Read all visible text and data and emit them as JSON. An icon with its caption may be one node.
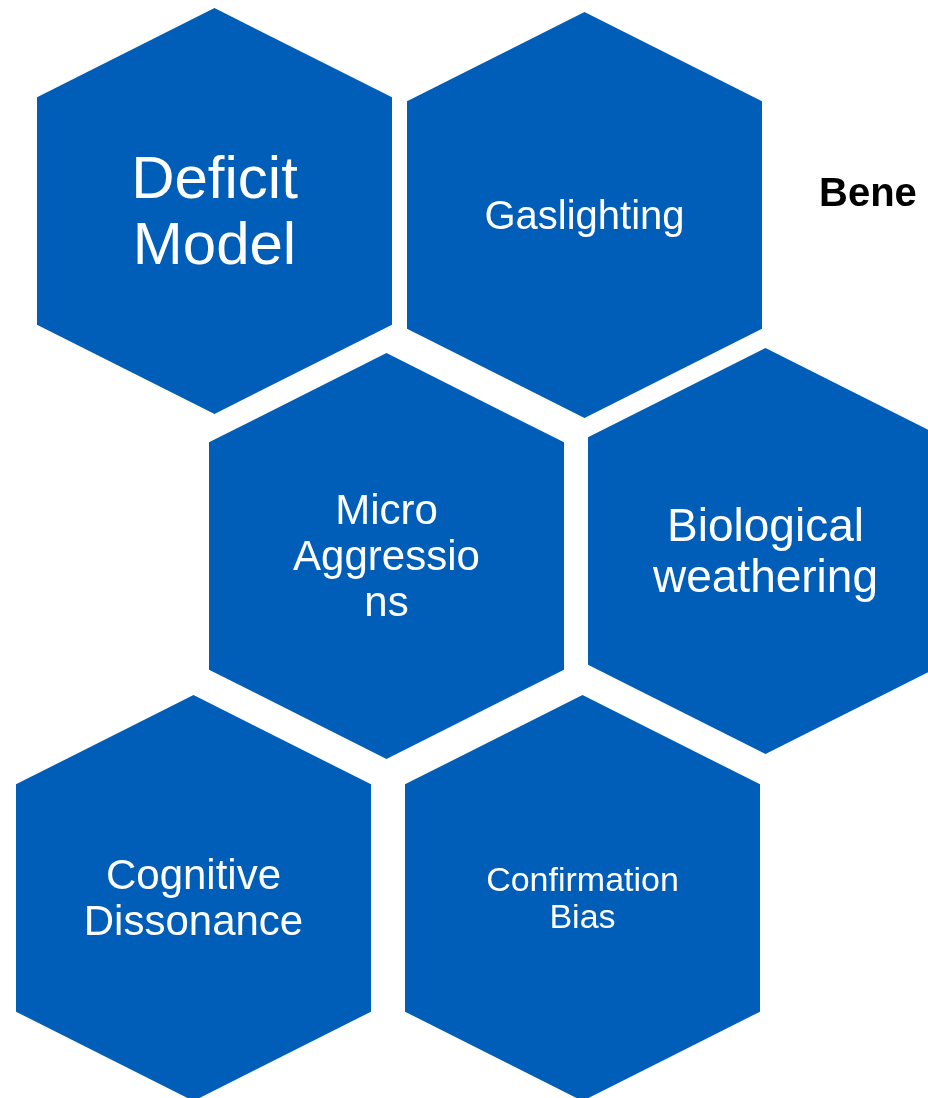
{
  "diagram": {
    "nodes": [
      {
        "text": [
          "Deficit Model"
        ]
      },
      {
        "text": [
          "Gaslighting"
        ]
      },
      {
        "text": [
          "Micro Aggressio ns"
        ]
      },
      {
        "text": [
          "Biological weathering"
        ]
      },
      {
        "text": [
          "Cognitive Dissonance"
        ]
      },
      {
        "text": [
          "Confirmation Bias"
        ]
      }
    ],
    "edges": [],
    "labels": [
      "Bene"
    ]
  }
}
